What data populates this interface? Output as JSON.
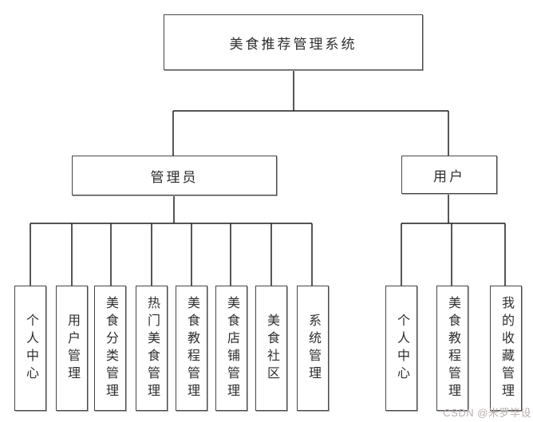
{
  "diagram": {
    "root": {
      "label": "美食推荐管理系统"
    },
    "branches": [
      {
        "label": "管理员",
        "children": [
          "个人中心",
          "用户管理",
          "美食分类管理",
          "热门美食管理",
          "美食教程管理",
          "美食店铺管理",
          "美食社区",
          "系统管理"
        ]
      },
      {
        "label": "用户",
        "children": [
          "个人中心",
          "美食教程管理",
          "我的收藏管理"
        ]
      }
    ]
  },
  "watermark": {
    "text": "CSDN @米罗毕设"
  },
  "colors": {
    "bg": "#ffffff",
    "line": "#1d1d1d",
    "border": "#474747",
    "shadow": "#a6a6a6",
    "text": "#2e2e2e",
    "watermark": "#b9adad"
  }
}
